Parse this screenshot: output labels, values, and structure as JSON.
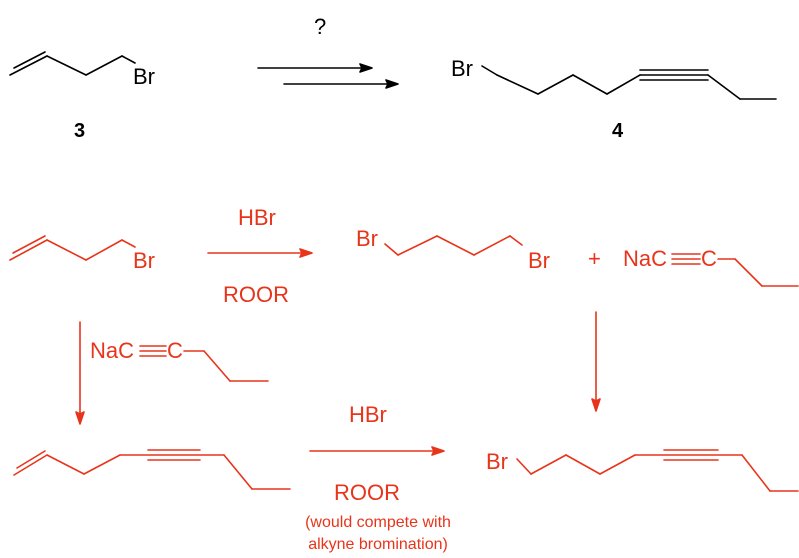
{
  "question": {
    "reactant_label": "3",
    "product_label": "4",
    "reagent": "?",
    "reactant_br": "Br",
    "product_br": "Br"
  },
  "route_a": {
    "reagent_top": "HBr",
    "reagent_bottom": "ROOR",
    "start_br": "Br",
    "dibromide_br_left": "Br",
    "dibromide_br_right": "Br",
    "plus": "+",
    "acetylide_na": "NaC",
    "acetylide_c": "C"
  },
  "route_b": {
    "acetylide_na": "NaC",
    "acetylide_c": "C",
    "reagent_top": "HBr",
    "reagent_bottom": "ROOR",
    "note_line1": "(would compete with",
    "note_line2": "alkyne bromination)"
  },
  "final_product": {
    "br": "Br"
  },
  "colors": {
    "question": "#000000",
    "answer": "#e8341b"
  }
}
